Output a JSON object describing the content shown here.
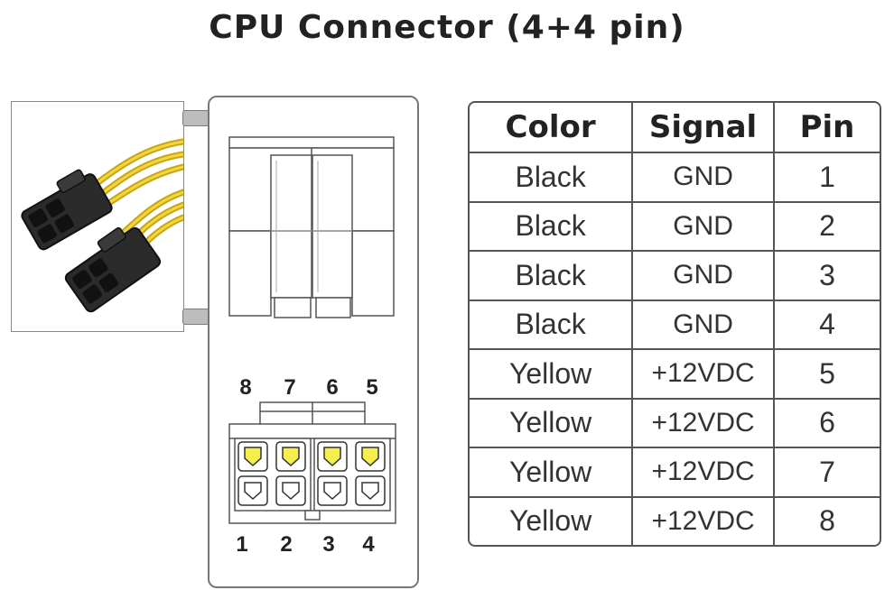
{
  "title": "CPU Connector (4+4 pin)",
  "colors": {
    "wire_yellow": "#e8c81c",
    "plug_black": "#2b2b2b",
    "pin_yellow": "#f6ee4a",
    "frame_gray": "#777777"
  },
  "connector": {
    "top_pin_numbers": [
      "8",
      "7",
      "6",
      "5"
    ],
    "bottom_pin_numbers": [
      "1",
      "2",
      "3",
      "4"
    ]
  },
  "table": {
    "headers": {
      "color": "Color",
      "signal": "Signal",
      "pin": "Pin"
    },
    "rows": [
      {
        "color": "Black",
        "signal": "GND",
        "pin": "1"
      },
      {
        "color": "Black",
        "signal": "GND",
        "pin": "2"
      },
      {
        "color": "Black",
        "signal": "GND",
        "pin": "3"
      },
      {
        "color": "Black",
        "signal": "GND",
        "pin": "4"
      },
      {
        "color": "Yellow",
        "signal": "+12VDC",
        "pin": "5"
      },
      {
        "color": "Yellow",
        "signal": "+12VDC",
        "pin": "6"
      },
      {
        "color": "Yellow",
        "signal": "+12VDC",
        "pin": "7"
      },
      {
        "color": "Yellow",
        "signal": "+12VDC",
        "pin": "8"
      }
    ]
  }
}
